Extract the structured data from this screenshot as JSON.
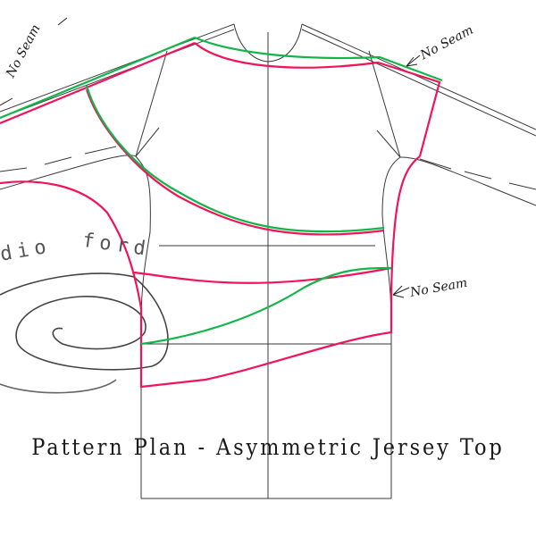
{
  "title": "Pattern Plan - Asymmetric Jersey Top",
  "annotations": [
    {
      "id": "left-shoulder",
      "text": "No Seam"
    },
    {
      "id": "right-shoulder",
      "text": "No Seam"
    },
    {
      "id": "right-side",
      "text": "No Seam"
    }
  ],
  "watermark": {
    "text_left": "dio",
    "text_right": "ford"
  },
  "colors": {
    "pattern_line": "#3a3a3a",
    "pink_seam": "#f0145a",
    "green_seam": "#12b548"
  }
}
